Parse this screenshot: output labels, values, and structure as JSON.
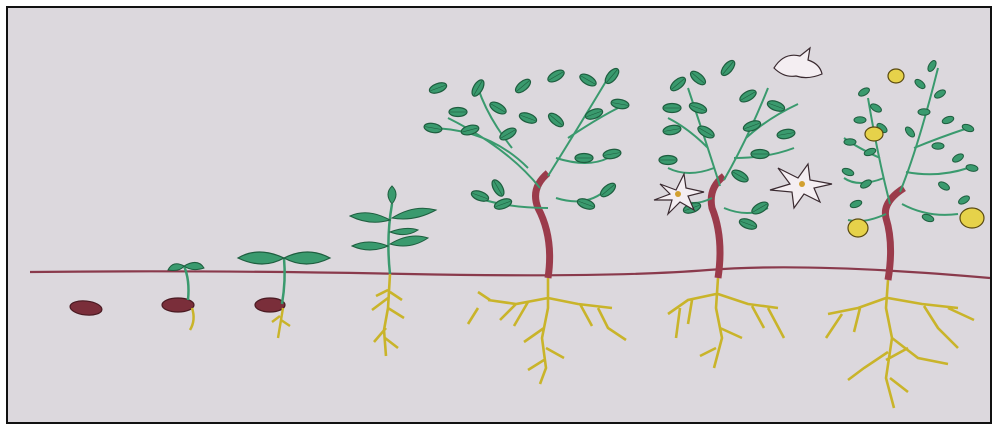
{
  "diagram": {
    "stages": [
      {
        "name": "seed"
      },
      {
        "name": "germinating-seed"
      },
      {
        "name": "seedling"
      },
      {
        "name": "young-plant"
      },
      {
        "name": "mature-plant"
      },
      {
        "name": "flowering-plant"
      },
      {
        "name": "fruiting-plant"
      }
    ],
    "colors": {
      "paper": "#dcd8dd",
      "soil_line": "#8a3a4c",
      "seed": "#7a2e3a",
      "stem": "#9b3b4b",
      "leaf": "#2f8f66",
      "leaf_outline": "#1e5e3f",
      "root": "#c9b42a",
      "root_outline": "#6e5a1a",
      "flower": "#f4eef2",
      "fruit": "#e6d24a"
    }
  }
}
